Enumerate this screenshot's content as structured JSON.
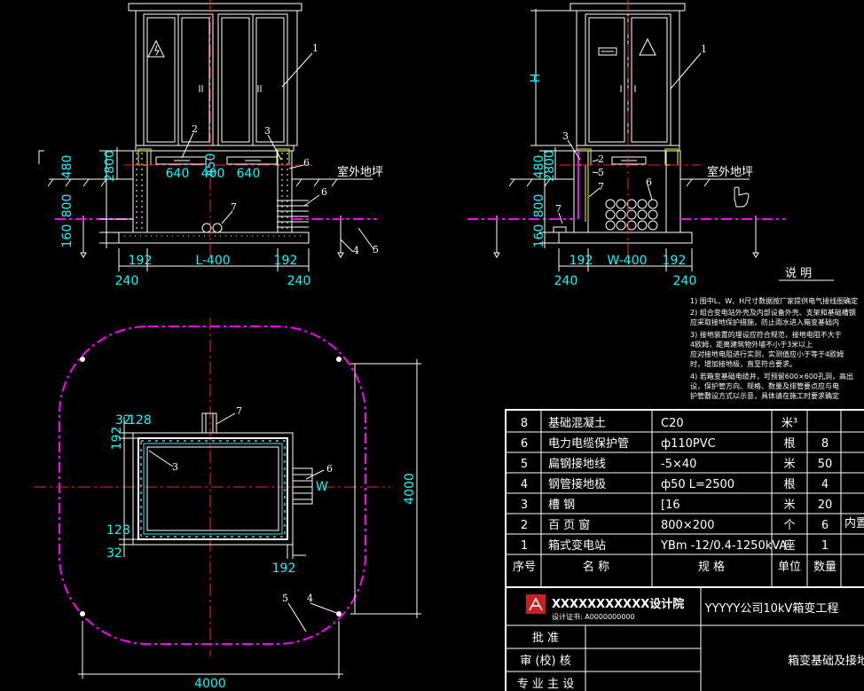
{
  "front_view": {
    "dims": {
      "h1": "480",
      "h2": "800",
      "h3": "160",
      "h_top": "2800",
      "vent_w1": "640",
      "vent_w2": "400",
      "vent_w3": "640",
      "vent_h": "450",
      "wall_l": "192",
      "wall_r": "192",
      "length": "L-400",
      "ext_l": "240",
      "ext_r": "240"
    },
    "callouts": [
      "1",
      "2",
      "3",
      "6",
      "6",
      "7",
      "4",
      "5"
    ],
    "ground_label": "室外地坪"
  },
  "side_view": {
    "dims": {
      "h_label": "H",
      "h1": "480",
      "h2": "800",
      "h3": "160",
      "h_top": "2800",
      "wall_l": "192",
      "wall_r": "192",
      "width": "W-400",
      "ext_l": "240",
      "ext_r": "240"
    },
    "callouts": [
      "1",
      "3",
      "2",
      "5",
      "7",
      "6",
      "7"
    ],
    "ground_label": "室外地坪"
  },
  "plan_view": {
    "dims": {
      "top_a": "32",
      "top_b": "128",
      "left": "192",
      "bot_a": "32",
      "bot_b": "128",
      "right_w": "W",
      "bottom_right": "192",
      "height": "4000",
      "width": "4000"
    },
    "callouts": [
      "7",
      "3",
      "6",
      "5",
      "4"
    ]
  },
  "notes": {
    "title": "说  明",
    "lines": [
      "1)  图中L、W、H尺寸数据按厂家提供电气接线图确定",
      "2)  组合变电站外壳及内部设备外壳、支架和基础槽钢",
      "    应采取接地保护措施，防止雨水进入箱变基础内",
      "3)  接地装置的埋设应符合规范，接地电阻不大于",
      "    4欧姆，距离建筑物外墙不小于3米以上",
      "    应对接地电阻进行实测，实测值应小于等于4欧姆",
      "    时，增加接地极，直至符合要求。",
      "4)  若箱变基础电缆井，可预留600×600孔洞，高出",
      "    设，保护管方向、规格、数量及排管要点应与电",
      "    护管敷设方式以示意，具体请在施工时要求确定"
    ]
  },
  "bom": {
    "headers": {
      "no": "序号",
      "name": "名      称",
      "spec": "规      格",
      "unit": "单位",
      "qty": "数量"
    },
    "rows": [
      {
        "no": "8",
        "name": "基础混凝土",
        "spec": "C20",
        "unit": "米³",
        "qty": ""
      },
      {
        "no": "6",
        "name": "电力电缆保护管",
        "spec": "ф110PVC",
        "unit": "根",
        "qty": "8"
      },
      {
        "no": "5",
        "name": "扁钢接地线",
        "spec": "-5×40",
        "unit": "米",
        "qty": "50"
      },
      {
        "no": "4",
        "name": "钢管接地极",
        "spec": "ф50    L=2500",
        "unit": "根",
        "qty": "4"
      },
      {
        "no": "3",
        "name": "槽    钢",
        "spec": "[16",
        "unit": "米",
        "qty": "20"
      },
      {
        "no": "2",
        "name": "百 页 窗",
        "spec": "800×200",
        "unit": "个",
        "qty": "6"
      },
      {
        "no": "1",
        "name": "箱式变电站",
        "spec": "YBm  -12/0.4-1250kVA",
        "unit": "座",
        "qty": "1"
      }
    ],
    "extra": "内置"
  },
  "title_block": {
    "institute": "XXXXXXXXXXX设计院",
    "cert": "设计证书: A0000000000",
    "project": "YYYYY公司10kV箱变工程",
    "drawing": "箱变基础及接地",
    "roles": [
      "批      准",
      "审 (校) 核",
      "专 业 主 设"
    ]
  }
}
